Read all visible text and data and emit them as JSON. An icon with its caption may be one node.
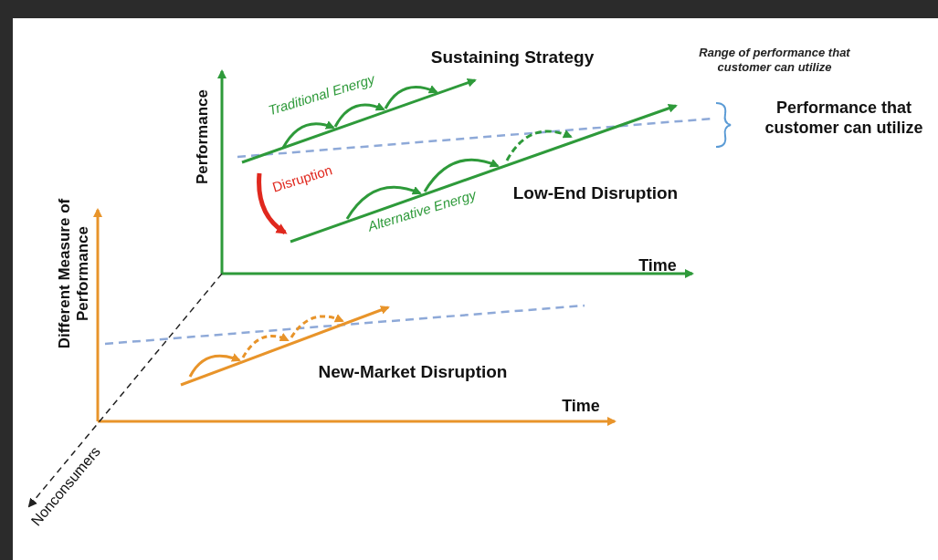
{
  "diagram": {
    "labels": [
      "Range of performance that customer can utilize",
      "Sustaining Strategy",
      "Traditional Energy",
      "Performance",
      "Performance that customer can utilize",
      "Disruption",
      "Alternative Energy",
      "Low-End Disruption",
      "Different Measure of Performance",
      "Time",
      "New-Market Disruption",
      "Time",
      "Nonconsumers"
    ]
  }
}
